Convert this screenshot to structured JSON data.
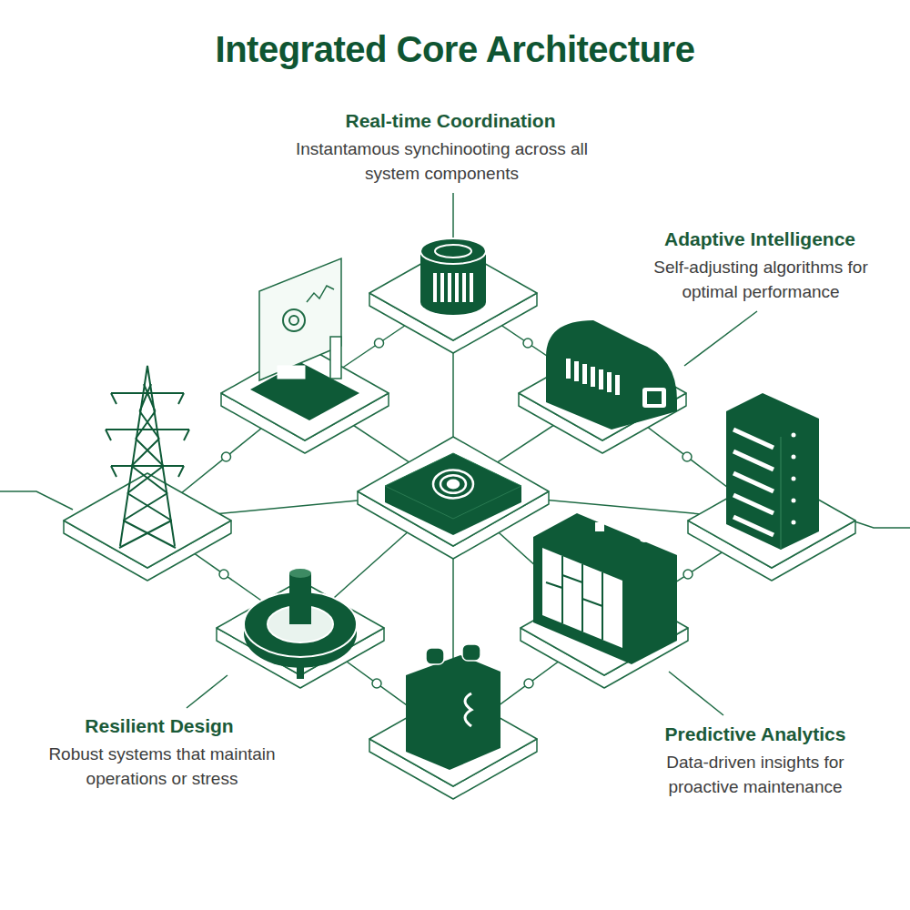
{
  "diagram": {
    "title": "Integrated Core Architecture",
    "labels": [
      "Real-time Coordination",
      "Instantamous synchinooting across all system components",
      "Adaptive Intelligence",
      "Self-adjusting algorithms for optimal performance",
      "Resilient Design",
      "Robust systems that maintain operations or stress",
      "Predictive Analytics",
      "Data-driven insights for proactive maintenance"
    ]
  }
}
